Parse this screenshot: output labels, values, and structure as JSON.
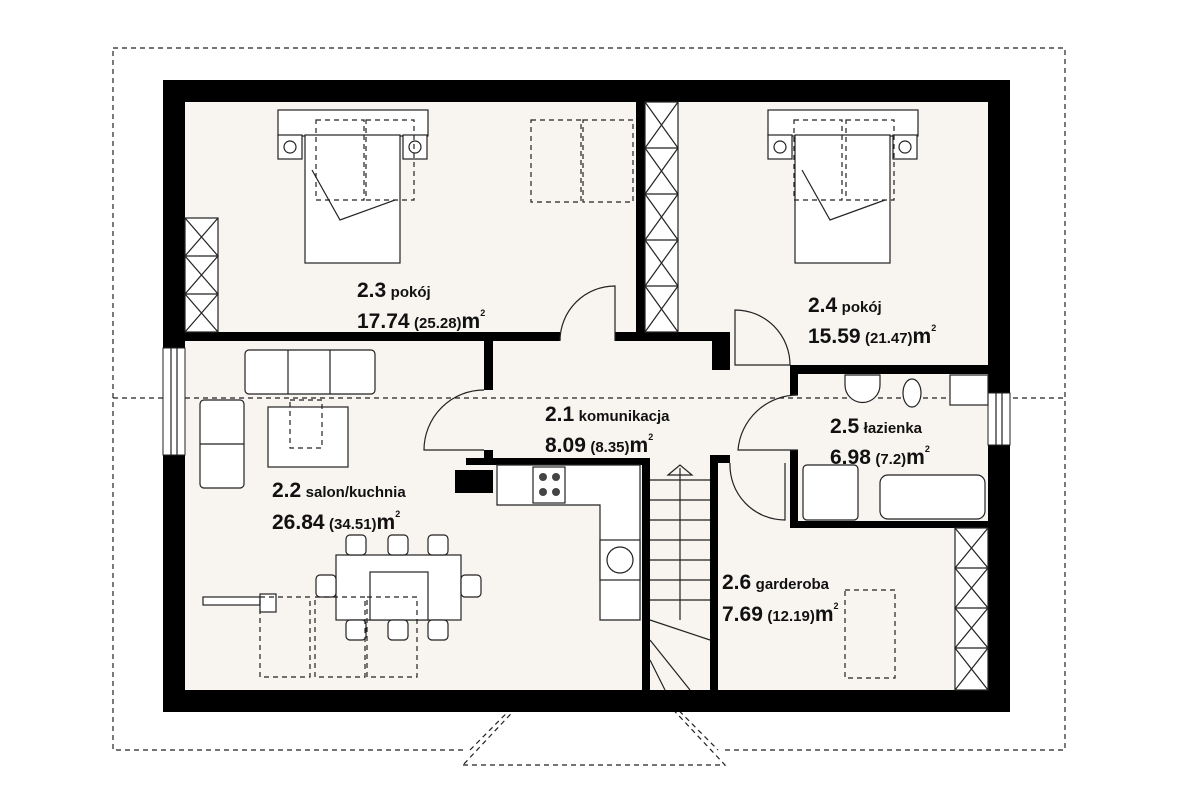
{
  "colors": {
    "floor": "#f8f5f1",
    "wall": "#000000",
    "outside": "#ffffff"
  },
  "rooms": [
    {
      "id": "2.1",
      "name": "komunikacja",
      "area": "8.09",
      "gross": "(8.35)",
      "unit": "m",
      "sup": "2"
    },
    {
      "id": "2.2",
      "name": "salon/kuchnia",
      "area": "26.84",
      "gross": "(34.51)",
      "unit": "m",
      "sup": "2"
    },
    {
      "id": "2.3",
      "name": "pokój",
      "area": "17.74",
      "gross": "(25.28)",
      "unit": "m",
      "sup": "2"
    },
    {
      "id": "2.4",
      "name": "pokój",
      "area": "15.59",
      "gross": "(21.47)",
      "unit": "m",
      "sup": "2"
    },
    {
      "id": "2.5",
      "name": "łazienka",
      "area": "6.98",
      "gross": "(7.2)",
      "unit": "m",
      "sup": "2"
    },
    {
      "id": "2.6",
      "name": "garderoba",
      "area": "7.69",
      "gross": "(12.19)",
      "unit": "m",
      "sup": "2"
    }
  ]
}
